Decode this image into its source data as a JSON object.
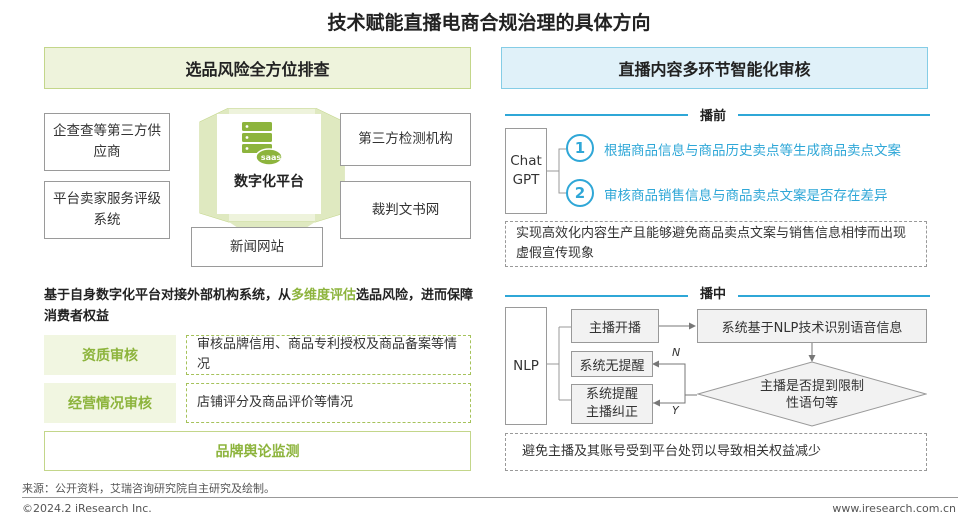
{
  "title": "技术赋能直播电商合规治理的具体方向",
  "left": {
    "header": "选品风险全方位排查",
    "sources": [
      "企查查等第三方供应商",
      "平台卖家服务评级系统",
      "第三方检测机构",
      "裁判文书网",
      "新闻网站"
    ],
    "center_icon_text": "saas",
    "center_label": "数字化平台",
    "description_pre": "基于自身数字化平台对接外部机构系统，从",
    "description_highlight": "多维度评估",
    "description_post": "选品风险，进而保障消费者权益",
    "rows": [
      {
        "tag": "资质审核",
        "text": "审核品牌信用、商品专利授权及商品备案等情况"
      },
      {
        "tag": "经营情况审核",
        "text": "店铺评分及商品评价等情况"
      }
    ],
    "bottom": "品牌舆论监测"
  },
  "right": {
    "header": "直播内容多环节智能化审核",
    "pre": {
      "label": "播前",
      "tool": "Chat GPT",
      "items": [
        {
          "num": "1",
          "text": "根据商品信息与商品历史卖点等生成商品卖点文案"
        },
        {
          "num": "2",
          "text": "审核商品销售信息与商品卖点文案是否存在差异"
        }
      ],
      "result": "实现高效化内容生产且能够避免商品卖点文案与销售信息相悖而出现虚假宣传现象"
    },
    "live": {
      "label": "播中",
      "tool": "NLP",
      "start": "主播开播",
      "recognize": "系统基于NLP技术识别语音信息",
      "decision": "主播是否提到限制性语句等",
      "no_alert": "系统无提醒",
      "alert": "系统提醒主播纠正",
      "n_label": "N",
      "y_label": "Y",
      "result": "避免主播及其账号受到平台处罚以导致相关权益减少"
    }
  },
  "footer": {
    "source": "来源：公开资料，艾瑞咨询研究院自主研究及绘制。",
    "copyright": "©2024.2 iResearch Inc.",
    "website": "www.iresearch.com.cn"
  },
  "colors": {
    "green": "#8db43d",
    "blue": "#2fa7d7",
    "green_bg": "#eef3dc",
    "blue_bg": "#e0f1f9"
  }
}
